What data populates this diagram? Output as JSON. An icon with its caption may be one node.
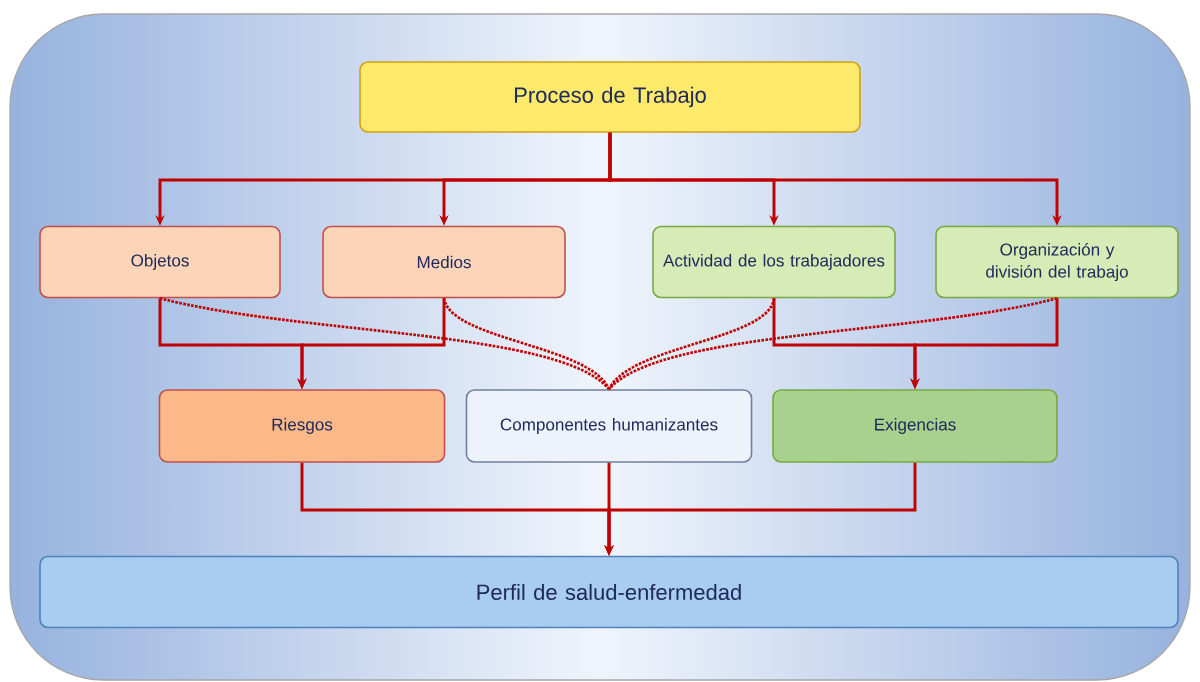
{
  "diagram": {
    "nodes": [
      {
        "text": [
          "Proceso de Trabajo"
        ]
      },
      {
        "text": [
          "Objetos"
        ]
      },
      {
        "text": [
          "Medios"
        ]
      },
      {
        "text": [
          "Actividad de los trabajadores"
        ]
      },
      {
        "text": [
          "Organización y división del trabajo"
        ]
      },
      {
        "text": [
          "Riesgos"
        ]
      },
      {
        "text": [
          "Componentes humanizantes"
        ]
      },
      {
        "text": [
          "Exigencias"
        ]
      },
      {
        "text": [
          "Perfil de salud-enfermedad"
        ]
      }
    ],
    "edges": [
      {
        "from": 0,
        "to": 1,
        "arrow": "to"
      },
      {
        "from": 0,
        "to": 2,
        "arrow": "to"
      },
      {
        "from": 0,
        "to": 3,
        "arrow": "to"
      },
      {
        "from": 0,
        "to": 4,
        "arrow": "to"
      },
      {
        "from": 1,
        "to": 5,
        "arrow": "to"
      },
      {
        "from": 2,
        "to": 5,
        "arrow": "to"
      },
      {
        "from": 3,
        "to": 7,
        "arrow": "to"
      },
      {
        "from": 4,
        "to": 7,
        "arrow": "to"
      },
      {
        "from": 1,
        "to": 6,
        "arrow": "none",
        "style": "dashed"
      },
      {
        "from": 2,
        "to": 6,
        "arrow": "none",
        "style": "dashed"
      },
      {
        "from": 3,
        "to": 6,
        "arrow": "none",
        "style": "dashed"
      },
      {
        "from": 4,
        "to": 6,
        "arrow": "none",
        "style": "dashed"
      },
      {
        "from": 5,
        "to": 8,
        "arrow": "to"
      },
      {
        "from": 6,
        "to": 8,
        "arrow": "to"
      },
      {
        "from": 7,
        "to": 8,
        "arrow": "to"
      }
    ]
  }
}
